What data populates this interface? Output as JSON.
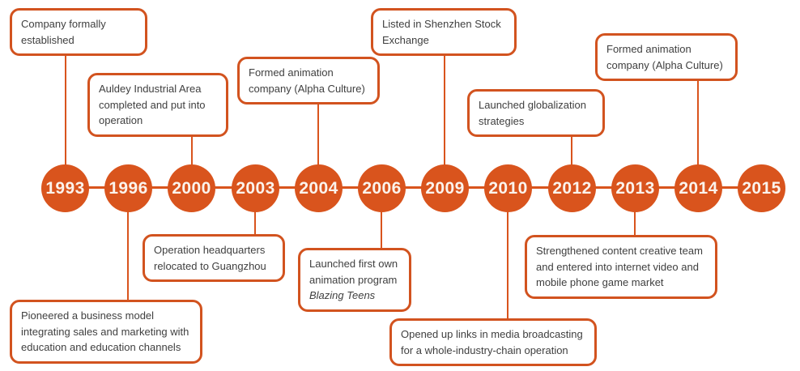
{
  "colors": {
    "accent_orange": "#d9541d",
    "box_border_orange": "#d2531f",
    "event_text": "#3f3f3f",
    "year_text": "#fbf3ec",
    "background": "#ffffff"
  },
  "timeline": {
    "years": [
      "1993",
      "1996",
      "2000",
      "2003",
      "2004",
      "2006",
      "2009",
      "2010",
      "2012",
      "2013",
      "2014",
      "2015"
    ]
  },
  "events": [
    {
      "year": "1993",
      "side": "top",
      "text": "Company formally established"
    },
    {
      "year": "2000",
      "side": "top",
      "text": "Auldey Industrial Area completed and put into operation"
    },
    {
      "year": "2004",
      "side": "top",
      "text": "Formed animation company (Alpha Culture)"
    },
    {
      "year": "2009",
      "side": "top",
      "text": "Listed in Shenzhen Stock Exchange"
    },
    {
      "year": "2012",
      "side": "top",
      "text": "Launched globalization strategies"
    },
    {
      "year": "2014",
      "side": "top",
      "text": "Formed animation company (Alpha Culture)"
    },
    {
      "year": "1996",
      "side": "bottom",
      "text": "Pioneered a business model integrating sales and marketing with education and education channels"
    },
    {
      "year": "2003",
      "side": "bottom",
      "text": "Operation headquarters relocated to Guangzhou"
    },
    {
      "year": "2006",
      "side": "bottom",
      "text": "Launched first own animation program",
      "italic_text": "Blazing Teens"
    },
    {
      "year": "2010",
      "side": "bottom",
      "text": "Opened up links in media broadcasting for a whole-industry-chain operation"
    },
    {
      "year": "2013",
      "side": "bottom",
      "text": "Strengthened content creative team and entered into internet video and mobile phone game market"
    }
  ]
}
